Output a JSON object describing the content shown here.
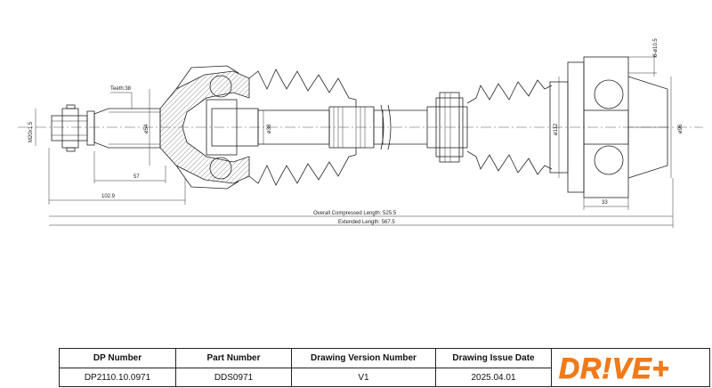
{
  "dimensions": {
    "thread": "M20x1.5",
    "teeth": "Teeth:38",
    "d54": "ø54",
    "d38": "ø38",
    "d112": "ø112",
    "d96": "ø96",
    "bolt": "6-ø10.5",
    "len57": "57",
    "len102": "102.9",
    "len33": "33",
    "compressed": "Overall  Compressed  Length: 525.5",
    "extended": "Extended  Length: 567.5"
  },
  "title_block": {
    "headers": [
      "DP Number",
      "Part Number",
      "Drawing Version Number",
      "Drawing Issue Date"
    ],
    "values": [
      "DP2110.10.0971",
      "DDS0971",
      "V1",
      "2025.04.01"
    ]
  },
  "logo": {
    "text": "DR!VE+",
    "color": "#f07a1a"
  }
}
